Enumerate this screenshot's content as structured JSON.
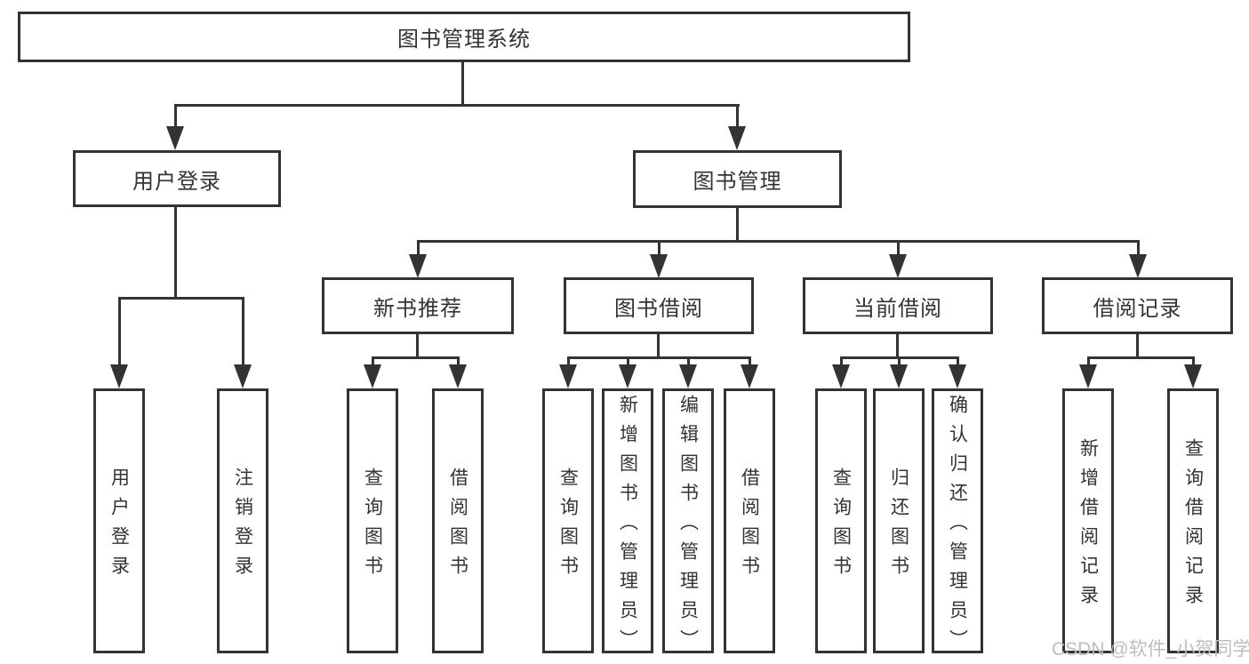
{
  "colors": {
    "line": "#333333",
    "text": "#333333",
    "bg": "#ffffff",
    "watermark": "#bdbdbd"
  },
  "tree": {
    "root": {
      "label": "图书管理系统"
    },
    "login": {
      "label": "用户登录",
      "children": [
        {
          "label": "用户登录"
        },
        {
          "label": "注销登录"
        }
      ]
    },
    "mgmt": {
      "label": "图书管理",
      "groups": [
        {
          "label": "新书推荐",
          "children": [
            {
              "label": "查询图书"
            },
            {
              "label": "借阅图书"
            }
          ]
        },
        {
          "label": "图书借阅",
          "children": [
            {
              "label": "查询图书"
            },
            {
              "label": "新增图书（管理员）"
            },
            {
              "label": "编辑图书（管理员）"
            },
            {
              "label": "借阅图书"
            }
          ]
        },
        {
          "label": "当前借阅",
          "children": [
            {
              "label": "查询图书"
            },
            {
              "label": "归还图书"
            },
            {
              "label": "确认归还（管理员）"
            }
          ]
        },
        {
          "label": "借阅记录",
          "children": [
            {
              "label": "新增借阅记录"
            },
            {
              "label": "查询借阅记录"
            }
          ]
        }
      ]
    }
  },
  "watermark": {
    "text": "CSDN @软件_小贺同学"
  }
}
